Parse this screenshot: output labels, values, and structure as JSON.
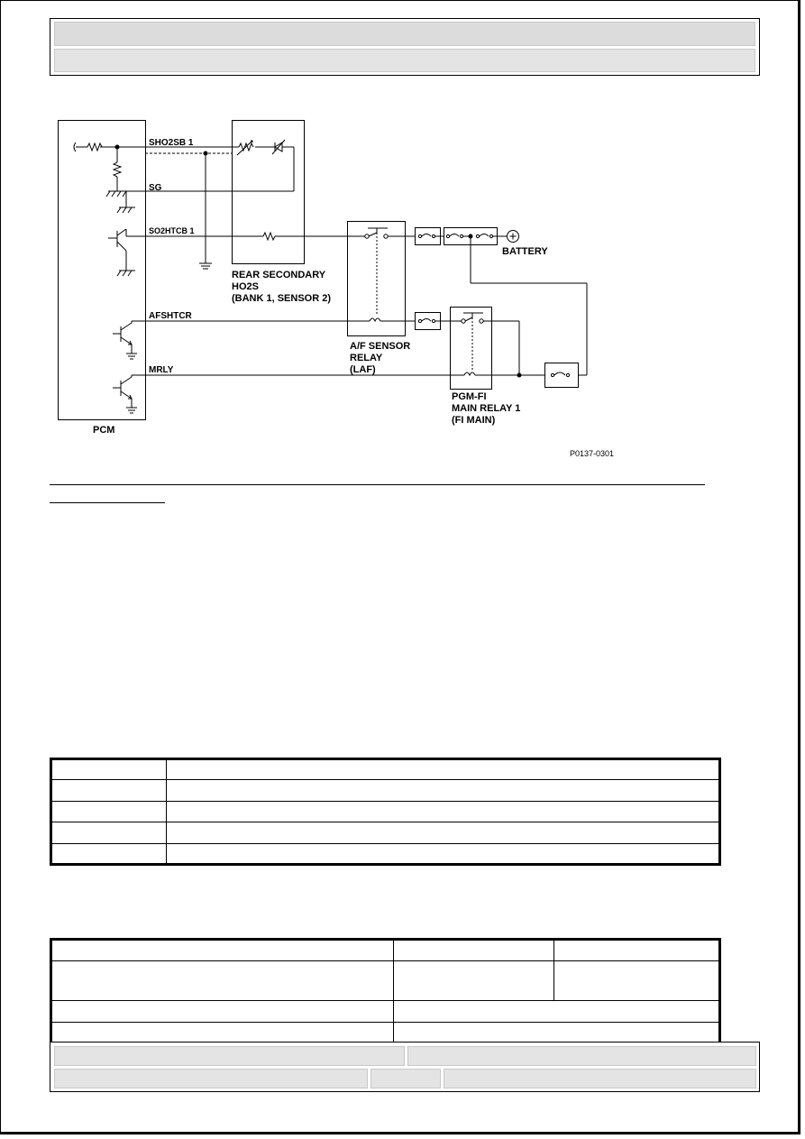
{
  "diagram": {
    "labels": {
      "sho2sb": "SHO2SB 1",
      "sg": "SG",
      "so2htcb": "SO2HTCB 1",
      "afshtcr": "AFSHTCR",
      "mrly": "MRLY",
      "pcm": "PCM",
      "rear_line1": "REAR SECONDARY",
      "rear_line2": "HO2S",
      "rear_line3": "(BANK 1, SENSOR 2)",
      "af_line1": "A/F SENSOR",
      "af_line2": "RELAY",
      "af_line3": "(LAF)",
      "pgm_line1": "PGM-FI",
      "pgm_line2": "MAIN RELAY 1",
      "pgm_line3": "(FI MAIN)",
      "battery": "BATTERY",
      "figure_code": "P0137-0301"
    },
    "colors": {
      "line": "#000000",
      "background": "#ffffff"
    }
  },
  "header": {
    "title": "",
    "subtitle": ""
  },
  "table1": {
    "rows": [
      [
        "",
        ""
      ],
      [
        "",
        ""
      ],
      [
        "",
        ""
      ],
      [
        "",
        ""
      ],
      [
        "",
        ""
      ]
    ]
  },
  "table2": {
    "rows": [
      [
        "",
        "",
        ""
      ],
      [
        "",
        "",
        ""
      ],
      [
        "",
        ""
      ],
      [
        "",
        ""
      ]
    ]
  },
  "footer": {
    "cells": [
      "",
      "",
      "",
      "",
      ""
    ]
  }
}
